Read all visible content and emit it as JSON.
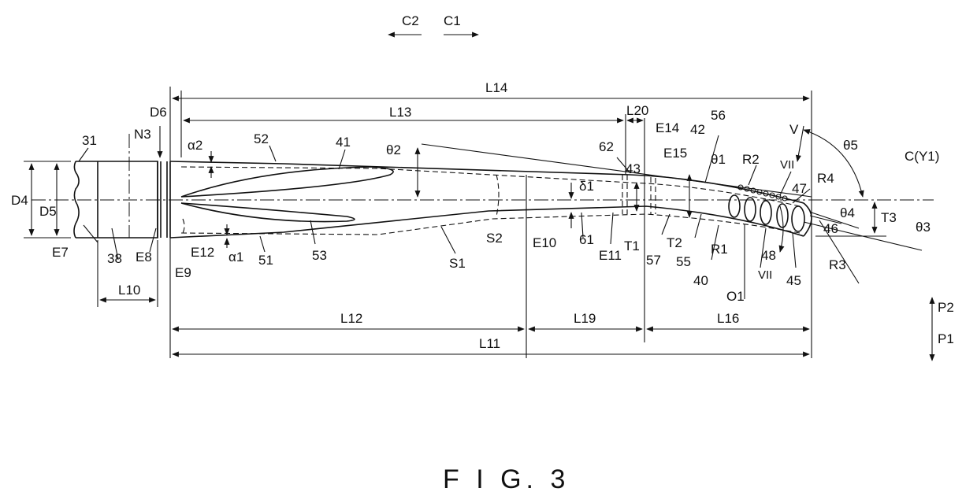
{
  "figure": {
    "caption": "F I G. 3",
    "directions": {
      "c2": "C2",
      "c1": "C1",
      "p2": "P2",
      "p1": "P1",
      "axis": "C(Y1)"
    },
    "labels": {
      "n31": "31",
      "n38": "38",
      "n40": "40",
      "n41": "41",
      "n42": "42",
      "n43": "43",
      "n45": "45",
      "n46": "46",
      "n47": "47",
      "n48": "48",
      "n51": "51",
      "n52": "52",
      "n53": "53",
      "n55": "55",
      "n56": "56",
      "n57": "57",
      "n61": "61",
      "n62": "62",
      "d4": "D4",
      "d5": "D5",
      "d6": "D6",
      "n3": "N3",
      "e7": "E7",
      "e8": "E8",
      "e9": "E9",
      "e10": "E10",
      "e11": "E11",
      "e12": "E12",
      "e14": "E14",
      "e15": "E15",
      "s1": "S1",
      "s2": "S2",
      "t1": "T1",
      "t2": "T2",
      "t3": "T3",
      "r1": "R1",
      "r2": "R2",
      "r3": "R3",
      "r4": "R4",
      "o1": "O1",
      "v": "V",
      "vii_top": "VII",
      "vii_bottom": "VII",
      "alpha1": "α1",
      "alpha2": "α2",
      "delta1": "δ1",
      "theta1": "θ1",
      "theta2": "θ2",
      "theta3": "θ3",
      "theta4": "θ4",
      "theta5": "θ5",
      "l10": "L10",
      "l11": "L11",
      "l12": "L12",
      "l13": "L13",
      "l14": "L14",
      "l16": "L16",
      "l19": "L19",
      "l20": "L20"
    }
  }
}
